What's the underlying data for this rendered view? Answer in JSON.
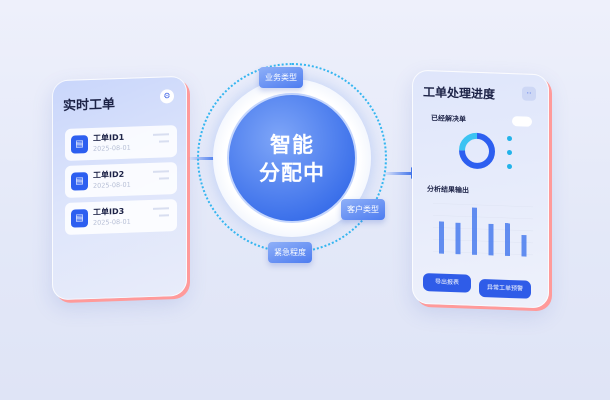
{
  "left_card": {
    "title": "实时工单",
    "items": [
      {
        "title": "工单ID1",
        "date": "2025-08-01"
      },
      {
        "title": "工单ID2",
        "date": "2025-08-01"
      },
      {
        "title": "工单ID3",
        "date": "2025-08-01"
      }
    ]
  },
  "center": {
    "line1": "智能",
    "line2": "分配中",
    "tags": {
      "business": "业务类型",
      "customer": "客户类型",
      "urgency": "紧急程度"
    }
  },
  "right_card": {
    "title": "工单处理进度",
    "resolved_title": "已经解决单",
    "analysis_title": "分析结果输出",
    "export_button": "导出报表",
    "alert_button": "异常工单预警",
    "donut": {
      "fractions": [
        0.75,
        0.25
      ],
      "colors": [
        "#2d5ff0",
        "#3cc3f2"
      ]
    },
    "bars": {
      "values": [
        45,
        44,
        66,
        44,
        46,
        30
      ],
      "color": "#3f74ee"
    }
  }
}
